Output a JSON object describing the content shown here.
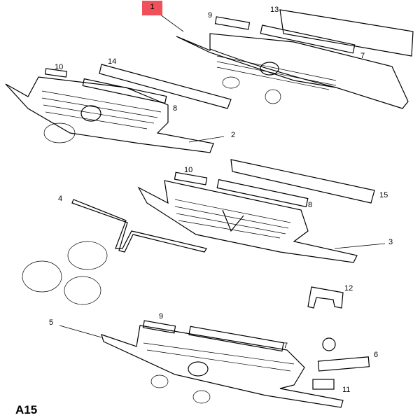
{
  "diagram": {
    "code": "A15",
    "highlight_color": "#f0505a",
    "callouts": [
      {
        "id": "1",
        "highlighted": true
      },
      {
        "id": "9"
      },
      {
        "id": "13"
      },
      {
        "id": "7"
      },
      {
        "id": "10"
      },
      {
        "id": "14"
      },
      {
        "id": "8"
      },
      {
        "id": "2"
      },
      {
        "id": "10"
      },
      {
        "id": "15"
      },
      {
        "id": "8"
      },
      {
        "id": "4"
      },
      {
        "id": "3"
      },
      {
        "id": "12"
      },
      {
        "id": "5"
      },
      {
        "id": "9"
      },
      {
        "id": "7"
      },
      {
        "id": "6"
      },
      {
        "id": "11"
      }
    ]
  }
}
